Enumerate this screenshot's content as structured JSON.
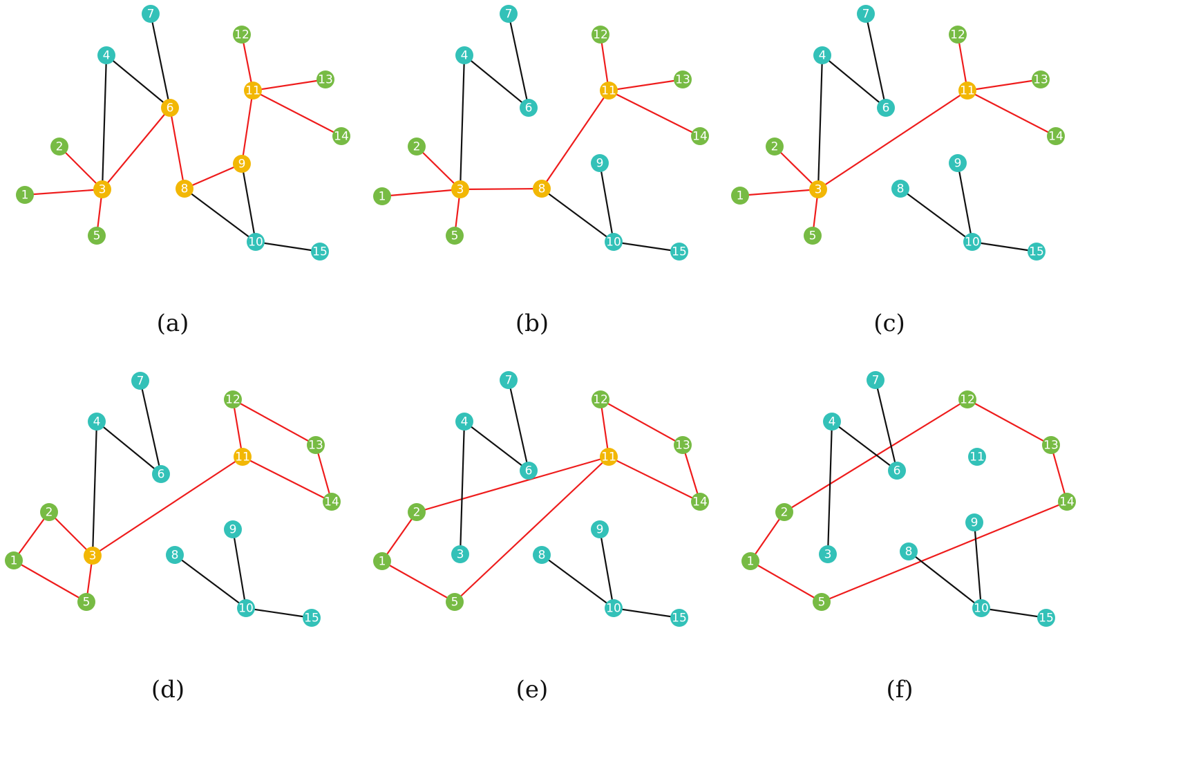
{
  "colors": {
    "green": "#77bb44",
    "teal": "#33c1b8",
    "yellow": "#f2b705",
    "red_edge": "#ee1c1c",
    "black_edge": "#111111"
  },
  "panels": [
    {
      "caption": "(a)",
      "nodes": {
        "1": "green",
        "2": "green",
        "3": "yellow",
        "4": "teal",
        "5": "green",
        "6": "yellow",
        "7": "teal",
        "8": "yellow",
        "9": "yellow",
        "10": "teal",
        "11": "yellow",
        "12": "green",
        "13": "green",
        "14": "green",
        "15": "teal"
      },
      "edges": [
        [
          "1",
          "3",
          "red"
        ],
        [
          "2",
          "3",
          "red"
        ],
        [
          "5",
          "3",
          "red"
        ],
        [
          "3",
          "6",
          "red"
        ],
        [
          "6",
          "8",
          "red"
        ],
        [
          "8",
          "9",
          "red"
        ],
        [
          "9",
          "11",
          "red"
        ],
        [
          "11",
          "12",
          "red"
        ],
        [
          "11",
          "13",
          "red"
        ],
        [
          "11",
          "14",
          "red"
        ],
        [
          "4",
          "3",
          "black"
        ],
        [
          "4",
          "6",
          "black"
        ],
        [
          "7",
          "6",
          "black"
        ],
        [
          "8",
          "10",
          "black"
        ],
        [
          "9",
          "10",
          "black"
        ],
        [
          "10",
          "15",
          "black"
        ]
      ]
    },
    {
      "caption": "(b)",
      "nodes": {
        "1": "green",
        "2": "green",
        "3": "yellow",
        "4": "teal",
        "5": "green",
        "6": "teal",
        "7": "teal",
        "8": "yellow",
        "9": "teal",
        "10": "teal",
        "11": "yellow",
        "12": "green",
        "13": "green",
        "14": "green",
        "15": "teal"
      },
      "edges": [
        [
          "1",
          "3",
          "red"
        ],
        [
          "2",
          "3",
          "red"
        ],
        [
          "5",
          "3",
          "red"
        ],
        [
          "3",
          "8",
          "red"
        ],
        [
          "8",
          "11",
          "red"
        ],
        [
          "11",
          "12",
          "red"
        ],
        [
          "11",
          "13",
          "red"
        ],
        [
          "11",
          "14",
          "red"
        ],
        [
          "4",
          "3",
          "black"
        ],
        [
          "4",
          "6",
          "black"
        ],
        [
          "7",
          "6",
          "black"
        ],
        [
          "8",
          "10",
          "black"
        ],
        [
          "9",
          "10",
          "black"
        ],
        [
          "10",
          "15",
          "black"
        ]
      ]
    },
    {
      "caption": "(c)",
      "nodes": {
        "1": "green",
        "2": "green",
        "3": "yellow",
        "4": "teal",
        "5": "green",
        "6": "teal",
        "7": "teal",
        "8": "teal",
        "9": "teal",
        "10": "teal",
        "11": "yellow",
        "12": "green",
        "13": "green",
        "14": "green",
        "15": "teal"
      },
      "edges": [
        [
          "1",
          "3",
          "red"
        ],
        [
          "2",
          "3",
          "red"
        ],
        [
          "5",
          "3",
          "red"
        ],
        [
          "3",
          "11",
          "red"
        ],
        [
          "11",
          "12",
          "red"
        ],
        [
          "11",
          "13",
          "red"
        ],
        [
          "11",
          "14",
          "red"
        ],
        [
          "4",
          "3",
          "black"
        ],
        [
          "4",
          "6",
          "black"
        ],
        [
          "7",
          "6",
          "black"
        ],
        [
          "8",
          "10",
          "black"
        ],
        [
          "9",
          "10",
          "black"
        ],
        [
          "10",
          "15",
          "black"
        ]
      ]
    },
    {
      "caption": "(d)",
      "nodes": {
        "1": "green",
        "2": "green",
        "3": "yellow",
        "4": "teal",
        "5": "green",
        "6": "teal",
        "7": "teal",
        "8": "teal",
        "9": "teal",
        "10": "teal",
        "11": "yellow",
        "12": "green",
        "13": "green",
        "14": "green",
        "15": "teal"
      },
      "edges": [
        [
          "1",
          "2",
          "red"
        ],
        [
          "1",
          "5",
          "red"
        ],
        [
          "2",
          "3",
          "red"
        ],
        [
          "5",
          "3",
          "red"
        ],
        [
          "3",
          "11",
          "red"
        ],
        [
          "11",
          "12",
          "red"
        ],
        [
          "11",
          "14",
          "red"
        ],
        [
          "12",
          "13",
          "red"
        ],
        [
          "13",
          "14",
          "red"
        ],
        [
          "4",
          "3",
          "black"
        ],
        [
          "4",
          "6",
          "black"
        ],
        [
          "7",
          "6",
          "black"
        ],
        [
          "8",
          "10",
          "black"
        ],
        [
          "9",
          "10",
          "black"
        ],
        [
          "10",
          "15",
          "black"
        ]
      ]
    },
    {
      "caption": "(e)",
      "nodes": {
        "1": "green",
        "2": "green",
        "3": "teal",
        "4": "teal",
        "5": "green",
        "6": "teal",
        "7": "teal",
        "8": "teal",
        "9": "teal",
        "10": "teal",
        "11": "yellow",
        "12": "green",
        "13": "green",
        "14": "green",
        "15": "teal"
      },
      "edges": [
        [
          "1",
          "2",
          "red"
        ],
        [
          "1",
          "5",
          "red"
        ],
        [
          "2",
          "11",
          "red"
        ],
        [
          "5",
          "11",
          "red"
        ],
        [
          "11",
          "12",
          "red"
        ],
        [
          "11",
          "14",
          "red"
        ],
        [
          "12",
          "13",
          "red"
        ],
        [
          "13",
          "14",
          "red"
        ],
        [
          "4",
          "3",
          "black"
        ],
        [
          "4",
          "6",
          "black"
        ],
        [
          "7",
          "6",
          "black"
        ],
        [
          "8",
          "10",
          "black"
        ],
        [
          "9",
          "10",
          "black"
        ],
        [
          "10",
          "15",
          "black"
        ]
      ]
    },
    {
      "caption": "(f)",
      "nodes": {
        "1": "green",
        "2": "green",
        "3": "teal",
        "4": "teal",
        "5": "green",
        "6": "teal",
        "7": "teal",
        "8": "teal",
        "9": "teal",
        "10": "teal",
        "11": "teal",
        "12": "green",
        "13": "green",
        "14": "green",
        "15": "teal"
      },
      "edges": [
        [
          "1",
          "2",
          "red"
        ],
        [
          "1",
          "5",
          "red"
        ],
        [
          "2",
          "12",
          "red"
        ],
        [
          "5",
          "14",
          "red"
        ],
        [
          "12",
          "13",
          "red"
        ],
        [
          "13",
          "14",
          "red"
        ],
        [
          "4",
          "3",
          "black"
        ],
        [
          "4",
          "6",
          "black"
        ],
        [
          "7",
          "6",
          "black"
        ],
        [
          "8",
          "10",
          "black"
        ],
        [
          "9",
          "10",
          "black"
        ],
        [
          "10",
          "15",
          "black"
        ]
      ]
    }
  ]
}
